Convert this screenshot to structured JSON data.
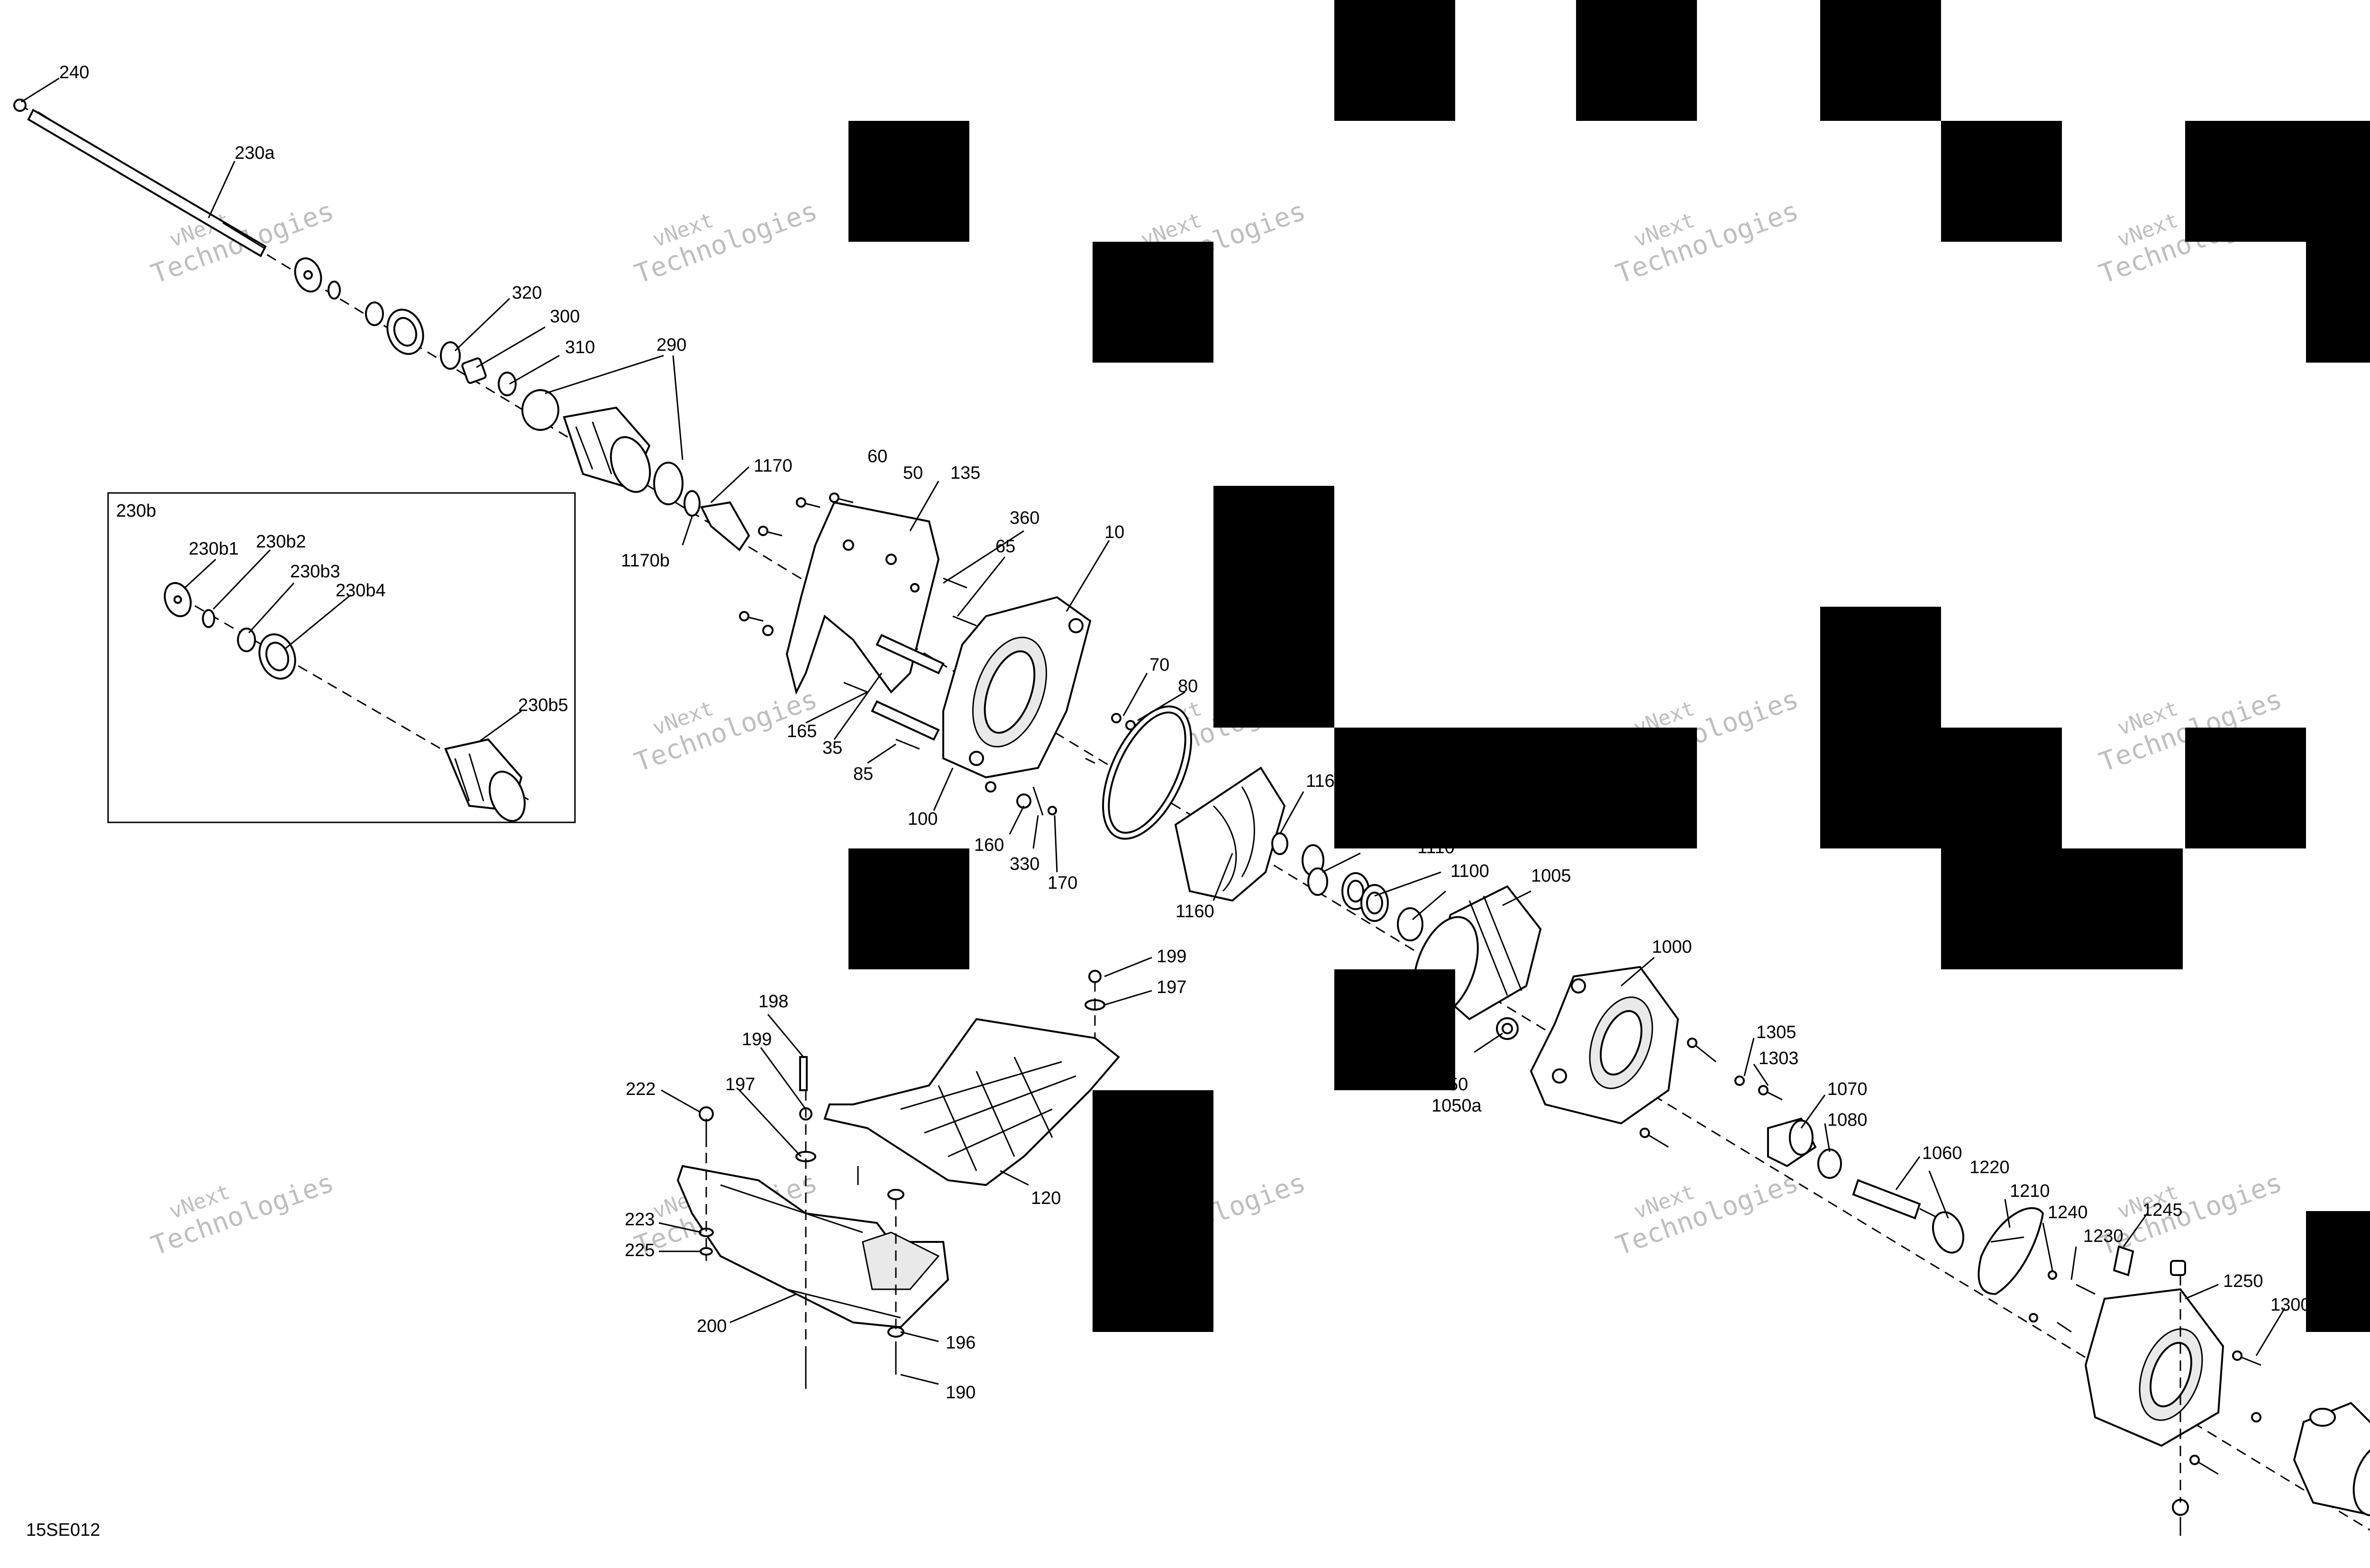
{
  "diagram": {
    "code": "15SE012",
    "inset_title": "230b",
    "watermark": [
      "vNext",
      "Technologies"
    ],
    "labels": {
      "l240": "240",
      "l230a": "230a",
      "l320": "320",
      "l300": "300",
      "l310": "310",
      "l290": "290",
      "l1170": "1170",
      "l1170b": "1170b",
      "l60": "60",
      "l50": "50",
      "l135": "135",
      "l360": "360",
      "l65": "65",
      "l10": "10",
      "l70": "70",
      "l80": "80",
      "l165": "165",
      "l35": "35",
      "l85": "85",
      "l100": "100",
      "l160": "160",
      "l330": "330",
      "l170": "170",
      "l1160": "1160",
      "l116x": "116",
      "l1110": "1110",
      "l1100": "1100",
      "l1005": "1005",
      "l1000": "1000",
      "l1305": "1305",
      "l1303": "1303",
      "l1070": "1070",
      "l1080": "1080",
      "l1060": "1060",
      "l1220": "1220",
      "l1210": "1210",
      "l1240": "1240",
      "l1230": "1230",
      "l1245": "1245",
      "l1250": "1250",
      "l1300": "1300",
      "l50x": "50",
      "l1050a": "1050a",
      "l199a": "199",
      "l197a": "197",
      "l198": "198",
      "l199b": "199",
      "l197b": "197",
      "l222": "222",
      "l223": "223",
      "l225": "225",
      "l200": "200",
      "l120": "120",
      "l196": "196",
      "l190": "190",
      "l230b1": "230b1",
      "l230b2": "230b2",
      "l230b3": "230b3",
      "l230b4": "230b4",
      "l230b5": "230b5"
    }
  }
}
